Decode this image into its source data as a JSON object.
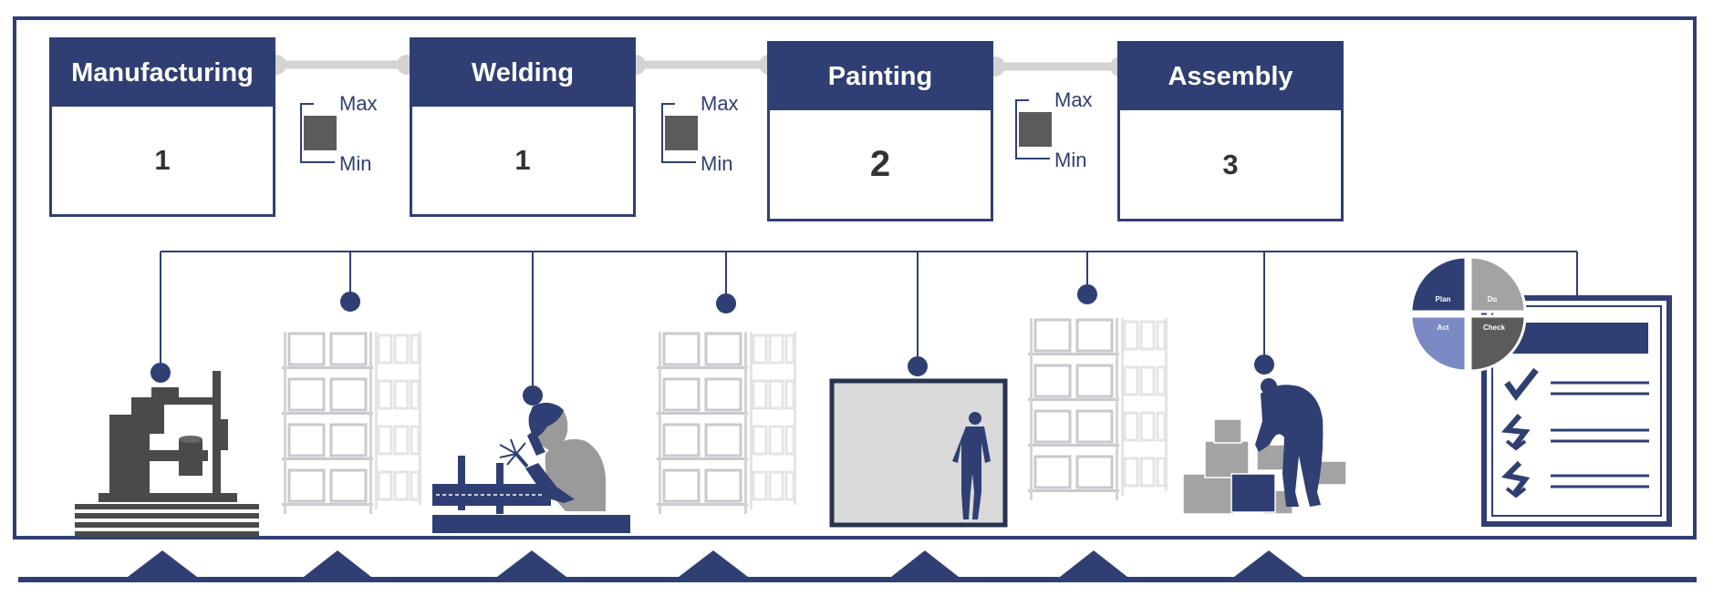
{
  "colors": {
    "navy": "#2f3f73",
    "dark_gray": "#555555",
    "mid_gray": "#999999",
    "light_gray": "#d9d9d9",
    "periwinkle": "#7b8ac4",
    "connector": "#d3d3d3"
  },
  "processes": [
    {
      "name": "Manufacturing",
      "value": "1"
    },
    {
      "name": "Welding",
      "value": "1"
    },
    {
      "name": "Painting",
      "value": "2"
    },
    {
      "name": "Assembly",
      "value": "3"
    }
  ],
  "inventory": [
    {
      "max_label": "Max",
      "min_label": "Min"
    },
    {
      "max_label": "Max",
      "min_label": "Min"
    },
    {
      "max_label": "Max",
      "min_label": "Min"
    }
  ],
  "pdca": {
    "plan": "Plan",
    "do": "Do",
    "check": "Check",
    "act": "Act"
  },
  "icons": {
    "machine": "machine-icon",
    "shelves": "warehouse-shelves-icon",
    "welder": "welder-icon",
    "paint_booth": "paint-booth-icon",
    "assembly_worker": "assembly-worker-icon",
    "checklist": "checklist-icon",
    "pdca": "pdca-cycle-icon"
  }
}
